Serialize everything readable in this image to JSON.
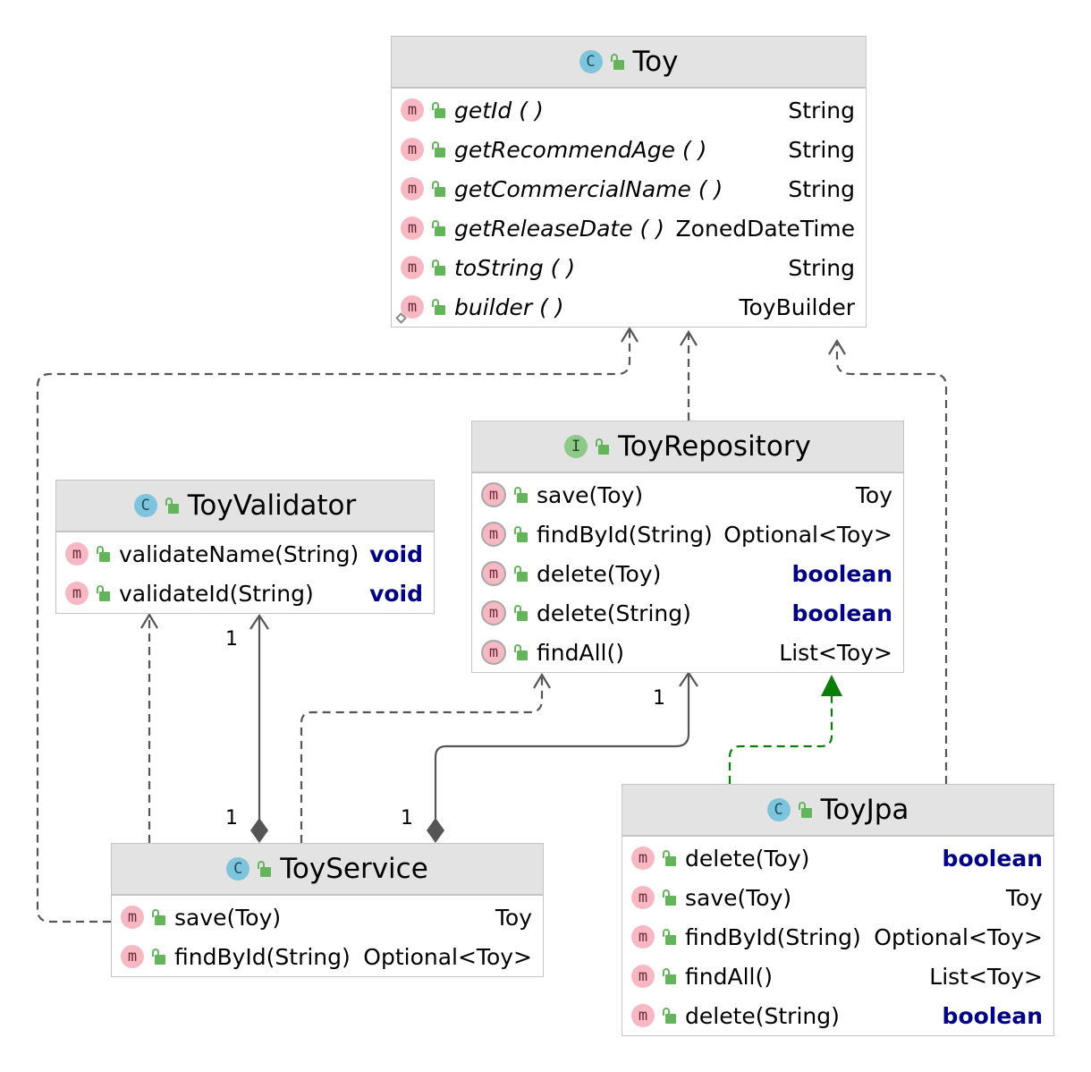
{
  "classes": {
    "toy": {
      "title": "Toy",
      "kind": "C",
      "methods": [
        {
          "name": "getId ( )",
          "ret": "String"
        },
        {
          "name": "getRecommendAge ( )",
          "ret": "String"
        },
        {
          "name": "getCommercialName ( )",
          "ret": "String"
        },
        {
          "name": "getReleaseDate ( )",
          "ret": "ZonedDateTime"
        },
        {
          "name": "toString ( )",
          "ret": "String"
        },
        {
          "name": "builder ( )",
          "ret": "ToyBuilder"
        }
      ]
    },
    "toyRepository": {
      "title": "ToyRepository",
      "kind": "I",
      "methods": [
        {
          "name": "save(Toy)",
          "ret": "Toy"
        },
        {
          "name": "findById(String)",
          "ret": "Optional<Toy>"
        },
        {
          "name": "delete(Toy)",
          "ret": "boolean"
        },
        {
          "name": "delete(String)",
          "ret": "boolean"
        },
        {
          "name": "findAll()",
          "ret": "List<Toy>"
        }
      ]
    },
    "toyValidator": {
      "title": "ToyValidator",
      "kind": "C",
      "methods": [
        {
          "name": "validateName(String)",
          "ret": "void"
        },
        {
          "name": "validateId(String)",
          "ret": "void"
        }
      ]
    },
    "toyJpa": {
      "title": "ToyJpa",
      "kind": "C",
      "methods": [
        {
          "name": "delete(Toy)",
          "ret": "boolean"
        },
        {
          "name": "save(Toy)",
          "ret": "Toy"
        },
        {
          "name": "findById(String)",
          "ret": "Optional<Toy>"
        },
        {
          "name": "findAll()",
          "ret": "List<Toy>"
        },
        {
          "name": "delete(String)",
          "ret": "boolean"
        }
      ]
    },
    "toyService": {
      "title": "ToyService",
      "kind": "C",
      "methods": [
        {
          "name": "save(Toy)",
          "ret": "Toy"
        },
        {
          "name": "findById(String)",
          "ret": "Optional<Toy>"
        }
      ]
    }
  },
  "badges": {
    "method": "m"
  },
  "multiplicities": {
    "validator_end": "1",
    "service_validator_end": "1",
    "repository_end": "1",
    "service_repository_end": "1"
  },
  "colors": {
    "dependency_edge": "#555555",
    "implementation_edge": "#0a7d0a",
    "keyword_return": "#000080"
  }
}
